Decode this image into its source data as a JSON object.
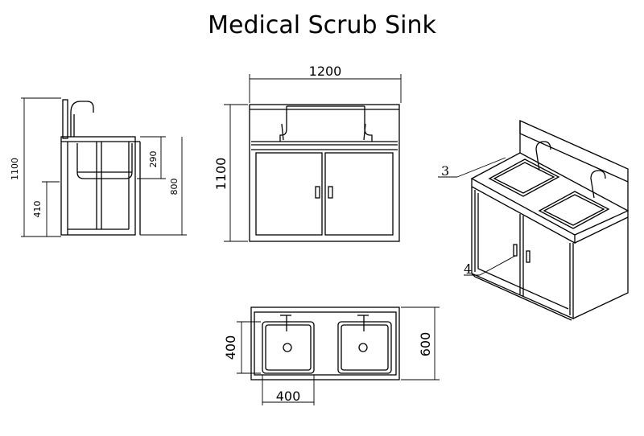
{
  "title": "Medical Scrub Sink",
  "dimensions": {
    "front_width": "1200",
    "front_height": "1100",
    "side_total_height": "1100",
    "side_counter_height": "800",
    "side_basin_depth": "290",
    "side_lower": "410",
    "top_depth": "600",
    "top_basin_depth": "400",
    "top_basin_width": "400"
  },
  "callouts": {
    "c3": "3",
    "c4": "4"
  }
}
